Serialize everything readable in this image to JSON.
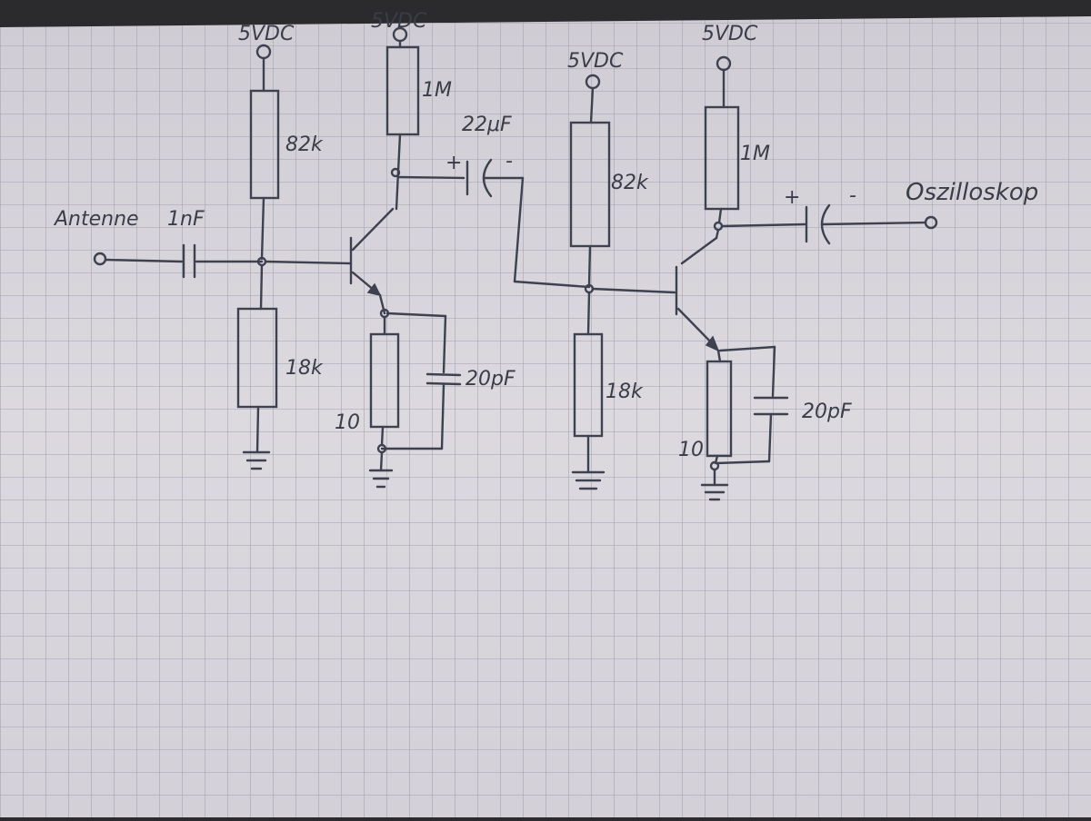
{
  "labels": {
    "supply_1": "5VDC",
    "supply_2": "5VDC",
    "supply_3": "5VDC",
    "supply_4": "5VDC",
    "antenna": "Antenne",
    "input_cap": "1nF",
    "r_bias_top_1": "82k",
    "r_bias_bottom_1": "18k",
    "r_collector_1": "1M",
    "coupling_cap": "22μF",
    "r_emitter_1": "10",
    "c_emitter_1": "20pF",
    "r_bias_top_2": "82k",
    "r_bias_bottom_2": "18k",
    "r_collector_2": "1M",
    "r_emitter_2": "10",
    "c_emitter_2": "20pF",
    "output": "Oszilloskop",
    "plus_1": "+",
    "minus_1": "-",
    "plus_2": "+",
    "minus_2": "-"
  },
  "colors": {
    "paper": "#d9d6dc",
    "grid": "#9fa0b0",
    "ink": "#3d4150"
  }
}
